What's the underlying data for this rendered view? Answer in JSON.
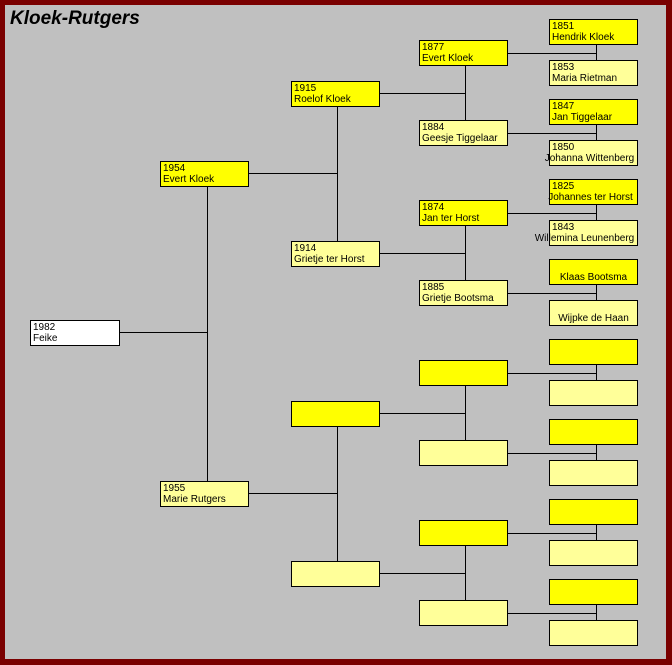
{
  "title": "Kloek-Rutgers",
  "colors": {
    "frame": "#7a0000",
    "background": "#c0c0c0",
    "male": "#ffff00",
    "female": "#ffff99",
    "self": "#ffffff"
  },
  "people": {
    "p1": {
      "year": "1982",
      "name": "Feike"
    },
    "p2": {
      "year": "1954",
      "name": "Evert Kloek"
    },
    "p3": {
      "year": "1955",
      "name": "Marie Rutgers"
    },
    "p4": {
      "year": "1915",
      "name": "Roelof Kloek"
    },
    "p5": {
      "year": "1914",
      "name": "Grietje ter Horst"
    },
    "p6": {
      "year": "",
      "name": ""
    },
    "p7": {
      "year": "",
      "name": ""
    },
    "p8": {
      "year": "1877",
      "name": "Evert Kloek"
    },
    "p9": {
      "year": "1884",
      "name": "Geesje Tiggelaar"
    },
    "p10": {
      "year": "1874",
      "name": "Jan ter Horst"
    },
    "p11": {
      "year": "1885",
      "name": "Grietje Bootsma"
    },
    "p12": {
      "year": "",
      "name": ""
    },
    "p13": {
      "year": "",
      "name": ""
    },
    "p14": {
      "year": "",
      "name": ""
    },
    "p15": {
      "year": "",
      "name": ""
    },
    "p16": {
      "year": "1851",
      "name": "Hendrik Kloek"
    },
    "p17": {
      "year": "1853",
      "name": "Maria Rietman"
    },
    "p18": {
      "year": "1847",
      "name": "Jan Tiggelaar"
    },
    "p19": {
      "year": "1850",
      "name": "Johanna Wittenberg"
    },
    "p20": {
      "year": "1825",
      "name": "Johannes ter Horst"
    },
    "p21": {
      "year": "1843",
      "name": "Willemina Leunenberg"
    },
    "p22": {
      "year": "",
      "name": "Klaas Bootsma"
    },
    "p23": {
      "year": "",
      "name": "Wijpke de Haan"
    },
    "p24": {
      "year": "",
      "name": ""
    },
    "p25": {
      "year": "",
      "name": ""
    },
    "p26": {
      "year": "",
      "name": ""
    },
    "p27": {
      "year": "",
      "name": ""
    },
    "p28": {
      "year": "",
      "name": ""
    },
    "p29": {
      "year": "",
      "name": ""
    },
    "p30": {
      "year": "",
      "name": ""
    },
    "p31": {
      "year": "",
      "name": ""
    }
  }
}
